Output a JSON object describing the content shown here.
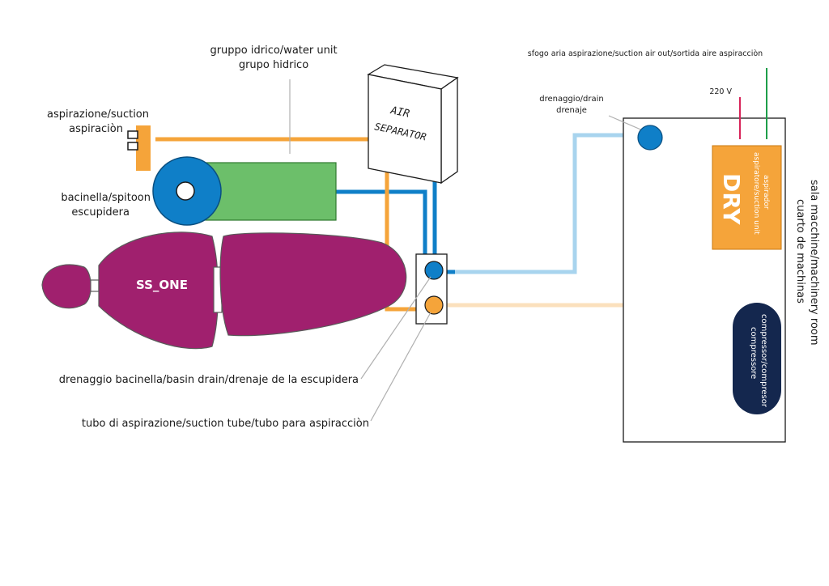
{
  "labels": {
    "water_unit_1": "gruppo idrico/water unit",
    "water_unit_2": "grupo hidrico",
    "suction_1": "aspirazione/suction",
    "suction_2": "aspiraciòn",
    "spitoon_1": "bacinella/spitoon",
    "spitoon_2": "escupidera",
    "chair": "SS_ONE",
    "basin_drain": "drenaggio bacinella/basin drain/drenaje de la escupidera",
    "suction_tube": "tubo di aspirazione/suction tube/tubo para aspiracciòn",
    "air_separator_1": "AIR",
    "air_separator_2": "SEPARATOR",
    "drain_1": "drenaggio/drain",
    "drain_2": "drenaje",
    "air_out": "sfogo aria aspirazione/suction air out/sortida aire aspiracciòn",
    "voltage": "220 V",
    "dry": "DRY",
    "dry_sub_1": "aspiratore/suction unit",
    "dry_sub_2": "aspirador",
    "compressor_1": "compressore",
    "compressor_2": "compressor/compresor",
    "room_1": "sala macchine/machinery room",
    "room_2": "cuarto de machinas"
  },
  "colors": {
    "orange": "#f5a43a",
    "blue": "#0f7fc8",
    "light_blue": "#a8d4ee",
    "light_orange": "#fbe0bd",
    "green": "#6cbf6a",
    "purple": "#a0206e",
    "navy": "#14274e",
    "red": "#d8245a",
    "dark_green": "#1e9e4a"
  }
}
